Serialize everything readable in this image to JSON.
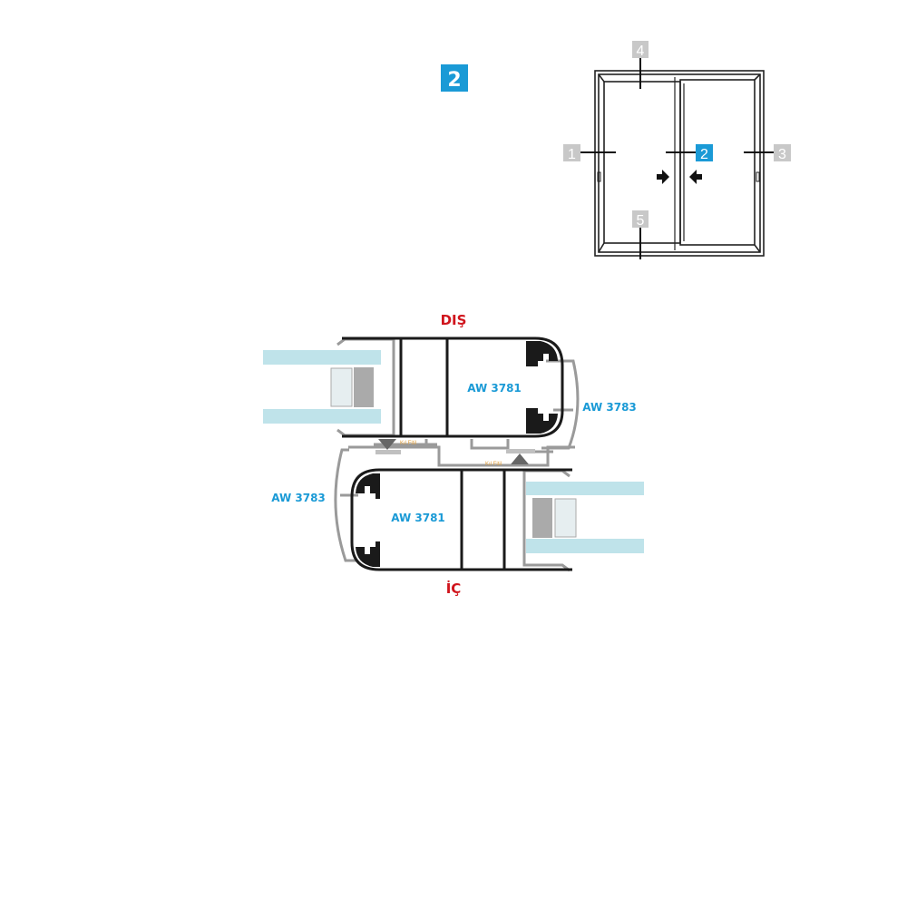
{
  "section_badge": "2",
  "elevation": {
    "markers": [
      {
        "label": "1",
        "active": false
      },
      {
        "label": "2",
        "active": true
      },
      {
        "label": "3",
        "active": false
      },
      {
        "label": "4",
        "active": false
      },
      {
        "label": "5",
        "active": false
      }
    ]
  },
  "section": {
    "outside_label": "DIŞ",
    "inside_label": "İÇ",
    "profile_sash_top": "AW 3781",
    "profile_sash_bottom": "AW 3781",
    "profile_interlock_right": "AW 3783",
    "profile_interlock_left": "AW 3783",
    "brush_seal_1": "Kıl Fitil",
    "brush_seal_2": "Kıl Fitil"
  },
  "colors": {
    "badge_active": "#1a9ad6",
    "badge_inactive": "#c8c8c8",
    "label_red": "#d0141c",
    "label_blue": "#1a9ad6",
    "glass": "#bfe3ea",
    "profile_dark": "#1a1a1a",
    "profile_grey": "#9a9a9a",
    "seal_orange": "#e0a040"
  }
}
